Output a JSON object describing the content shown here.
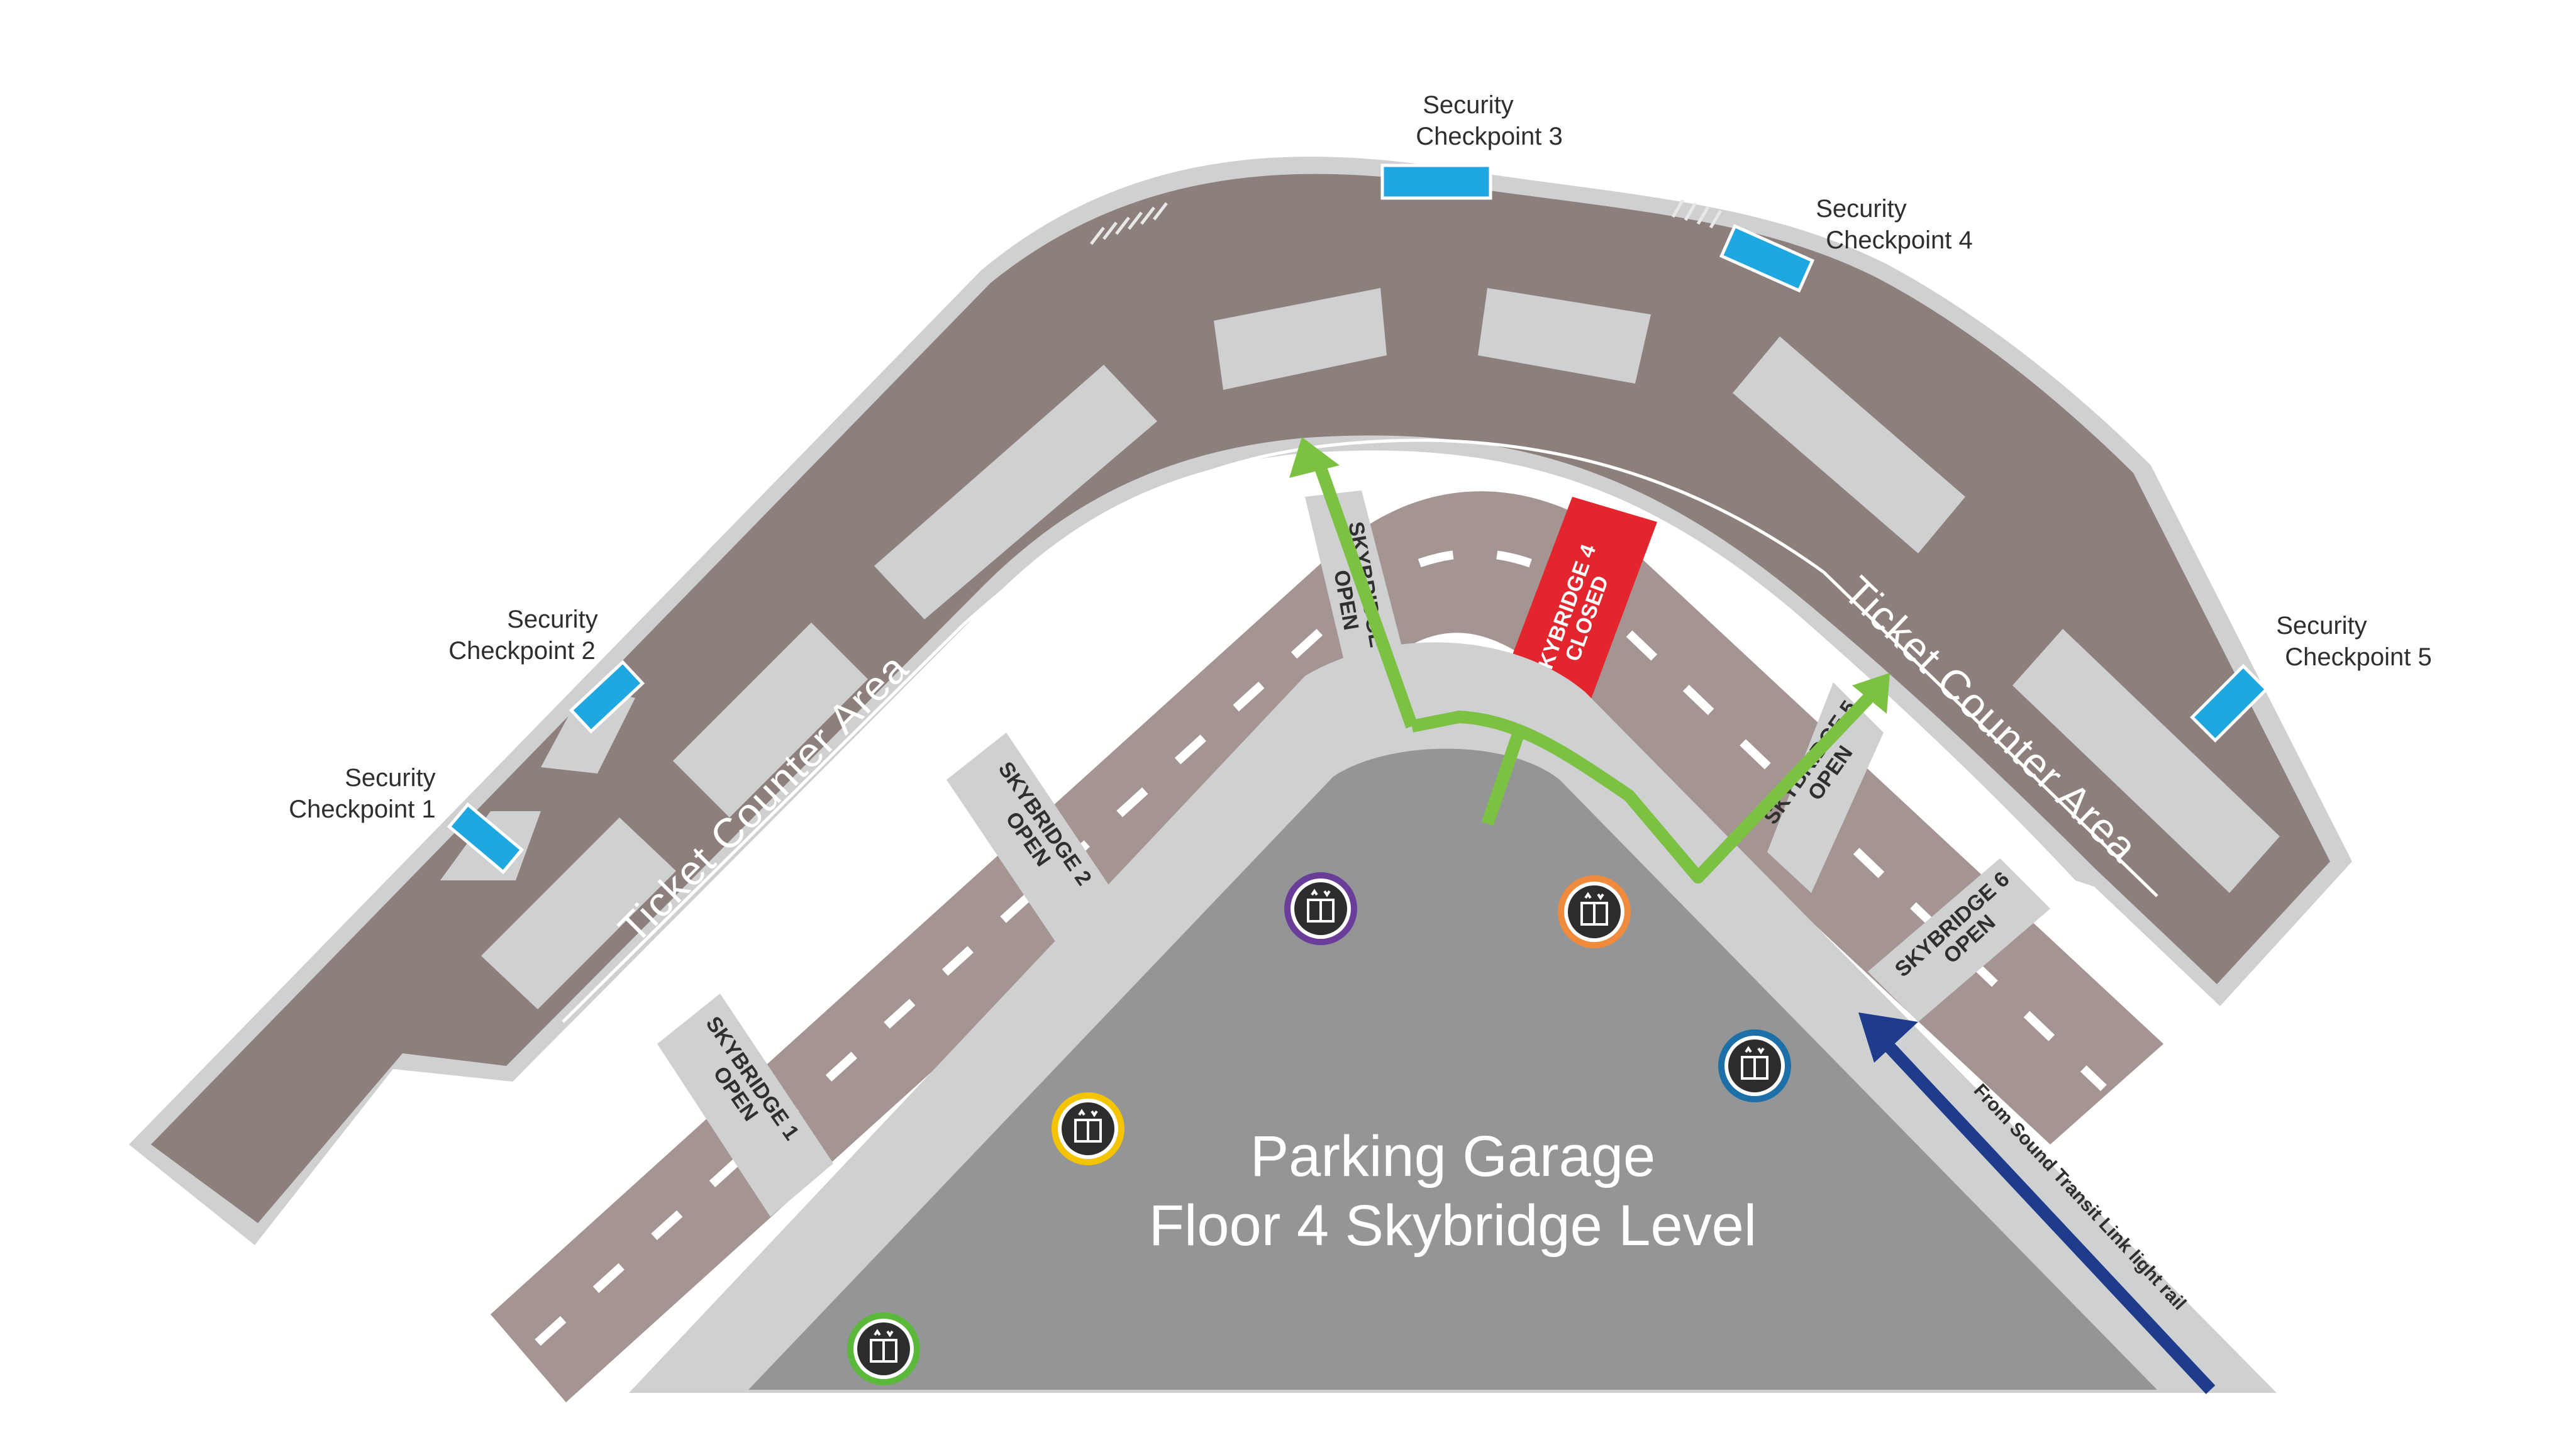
{
  "map": {
    "garage_title_line1": "Parking Garage",
    "garage_title_line2": "Floor 4 Skybridge Level",
    "ticket_counter_left": "Ticket Counter Area",
    "ticket_counter_right": "Ticket Counter Area",
    "transit_note": "From Sound Transit Link light rail"
  },
  "checkpoints": [
    {
      "line1": "Security",
      "line2": "Checkpoint 1"
    },
    {
      "line1": "Security",
      "line2": "Checkpoint 2"
    },
    {
      "line1": "Security",
      "line2": "Checkpoint 3"
    },
    {
      "line1": "Security",
      "line2": "Checkpoint 4"
    },
    {
      "line1": "Security",
      "line2": "Checkpoint 5"
    }
  ],
  "skybridges": [
    {
      "line1": "SKYBRIDGE 1",
      "line2": "OPEN",
      "status": "open"
    },
    {
      "line1": "SKYBRIDGE 2",
      "line2": "OPEN",
      "status": "open"
    },
    {
      "line1": "SKYBRIDGE 3",
      "line2": "OPEN",
      "status": "open"
    },
    {
      "line1": "SKYBRIDGE 4",
      "line2": "CLOSED",
      "status": "closed"
    },
    {
      "line1": "SKYBRIDGE 5",
      "line2": "OPEN",
      "status": "open"
    },
    {
      "line1": "SKYBRIDGE 6",
      "line2": "OPEN",
      "status": "open"
    }
  ],
  "elevators": [
    {
      "icon": "elevator-icon",
      "color": "#6a3d98"
    },
    {
      "icon": "elevator-icon",
      "color": "#f08a3c"
    },
    {
      "icon": "elevator-icon",
      "color": "#1d6fa8"
    },
    {
      "icon": "elevator-icon",
      "color": "#f5c400"
    },
    {
      "icon": "elevator-icon",
      "color": "#5cb83a"
    }
  ],
  "colors": {
    "terminal": "#8d7f7b",
    "terminal_outline": "#cfd0d2",
    "roadway": "#a49592",
    "garage": "#939597",
    "walkway": "#cfd0d2",
    "checkpoint": "#1fa7e1",
    "route_green": "#7cc142",
    "transit_route": "#1f3c8c",
    "closed_red": "#e3262e"
  }
}
